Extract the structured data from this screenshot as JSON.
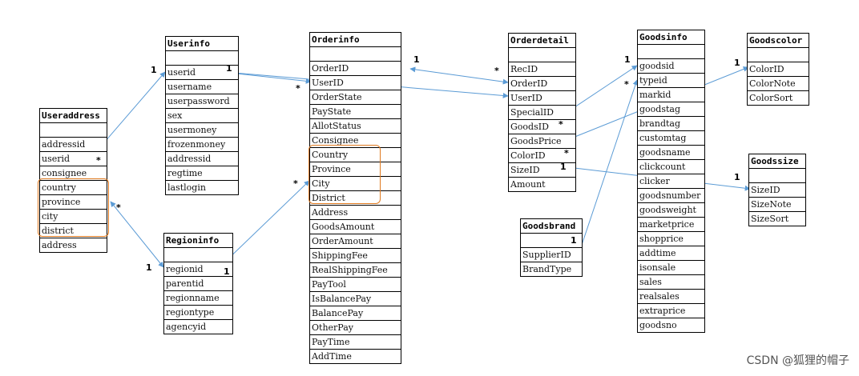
{
  "tables": [
    {
      "id": "useraddress",
      "title": "Useraddress",
      "fields": [
        "addressid",
        "userid",
        "consignee",
        "country",
        "province",
        "city",
        "district",
        "address"
      ]
    },
    {
      "id": "userinfo",
      "title": "Userinfo",
      "fields": [
        "userid",
        "username",
        "userpassword",
        "sex",
        "usermoney",
        "frozenmoney",
        "addressid",
        "regtime",
        "lastlogin"
      ]
    },
    {
      "id": "regioninfo",
      "title": "Regioninfo",
      "fields": [
        "regionid",
        "parentid",
        "regionname",
        "regiontype",
        "agencyid"
      ]
    },
    {
      "id": "orderinfo",
      "title": "Orderinfo",
      "fields": [
        "OrderID",
        "UserID",
        "OrderState",
        "PayState",
        "AllotStatus",
        "Consignee",
        "Country",
        "Province",
        "City",
        "District",
        "Address",
        "GoodsAmount",
        "OrderAmount",
        "ShippingFee",
        "RealShippingFee",
        "PayTool",
        "IsBalancePay",
        "BalancePay",
        "OtherPay",
        "PayTime",
        "AddTime"
      ]
    },
    {
      "id": "orderdetail",
      "title": "Orderdetail",
      "fields": [
        "RecID",
        "OrderID",
        "UserID",
        "SpecialID",
        "GoodsID",
        "GoodsPrice",
        "ColorID",
        "SizeID",
        "Amount"
      ]
    },
    {
      "id": "goodsbrand",
      "title": "Goodsbrand",
      "fields": [
        "SupplierID",
        "BrandType"
      ]
    },
    {
      "id": "goodsinfo",
      "title": "Goodsinfo",
      "fields": [
        "goodsid",
        "typeid",
        "markid",
        "goodstag",
        "brandtag",
        "customtag",
        "goodsname",
        "clickcount",
        "clicker",
        "goodsnumber",
        "goodsweight",
        "marketprice",
        "shopprice",
        "addtime",
        "isonsale",
        "sales",
        "realsales",
        "extraprice",
        "goodsno"
      ]
    },
    {
      "id": "goodscolor",
      "title": "Goodscolor",
      "fields": [
        "ColorID",
        "ColorNote",
        "ColorSort"
      ]
    },
    {
      "id": "goodssize",
      "title": "Goodssize",
      "fields": [
        "SizeID",
        "SizeNote",
        "SizeSort"
      ]
    }
  ],
  "multiplicities": [
    "1",
    "*",
    "1",
    "*",
    "1",
    "*",
    "1",
    "*",
    "1",
    "1",
    "*",
    "1",
    "*",
    "1",
    "*",
    "1",
    "*",
    "1"
  ],
  "watermark": "CSDN @狐狸的帽子",
  "colors": {
    "line": "#5b9bd5",
    "highlight": "#e07a1f",
    "border": "#000000"
  }
}
